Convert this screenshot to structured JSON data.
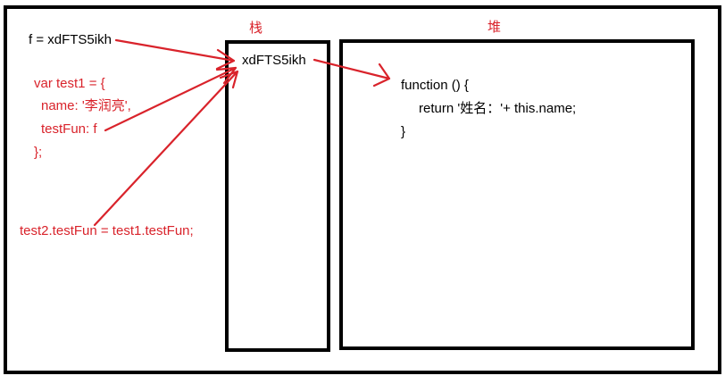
{
  "colors": {
    "frame": "#000000",
    "annotation": "#d9232b",
    "text": "#000000"
  },
  "labels": {
    "stack": "栈",
    "heap": "堆"
  },
  "left_code": {
    "f_line": "f = xdFTS5ikh",
    "test1_open": "var test1 = {",
    "test1_name": "name: '李润亮',",
    "test1_fun": "testFun: f",
    "test1_close": "};",
    "assign": "test2.testFun = test1.testFun;"
  },
  "stack": {
    "address": "xdFTS5ikh"
  },
  "heap": {
    "line1": "function () {",
    "line2": "return '姓名：'+ this.name;",
    "line3": "}"
  }
}
